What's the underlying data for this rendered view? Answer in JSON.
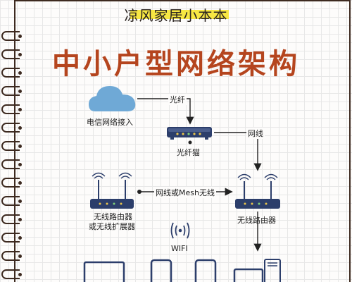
{
  "brand": "凉风家居小本本",
  "title": "中小户型网络架构",
  "labels": {
    "isp": "电信网络接入",
    "fiber": "光纤",
    "modem": "光纤猫",
    "cable": "网线",
    "router_left_1": "无线路由器",
    "router_left_2": "或无线扩展器",
    "link": "网线或Mesh无线",
    "router_right": "无线路由器",
    "wifi": "WIFI"
  },
  "colors": {
    "accent": "#b5451e",
    "cloud": "#6fa9d6",
    "device": "#2c3e6b",
    "highlight": "#f7e743"
  }
}
